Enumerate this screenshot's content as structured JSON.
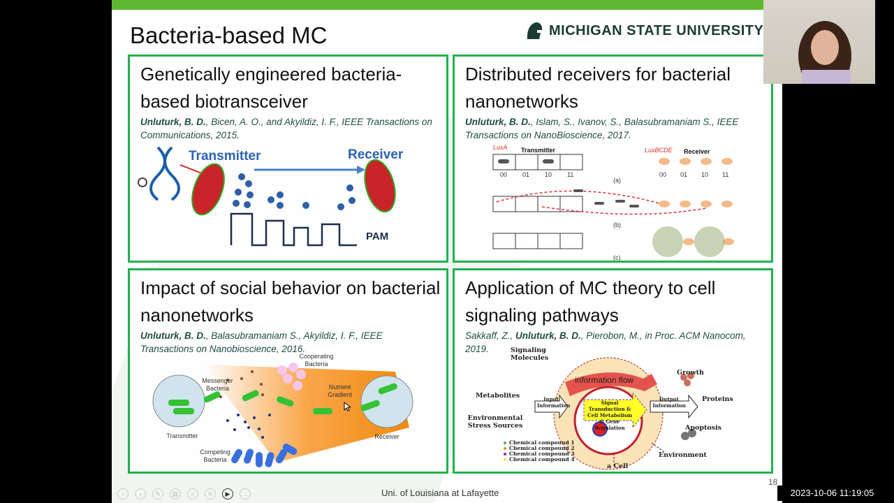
{
  "slide": {
    "title": "Bacteria-based MC",
    "university": "MICHIGAN STATE UNIVERSITY",
    "footer": "Uni. of Louisiana at Lafayette",
    "page_number": "18"
  },
  "panels": [
    {
      "title": "Genetically engineered bacteria-based biotransceiver",
      "authors_bold": "Unluturk, B. D.",
      "authors_rest": ", Bicen, A. O., and Akyildiz, I. F., IEEE Transactions on Communications, 2015.",
      "fig": {
        "transmitter": "Transmitter",
        "receiver": "Receiver",
        "pam": "PAM"
      }
    },
    {
      "title": "Distributed receivers for bacterial nanonetworks",
      "authors_bold": "Unluturk, B. D.",
      "authors_rest": ", Islam, S., Ivanov, S., Balasubramaniam S., IEEE Transactions on NanoBioscience, 2017.",
      "fig": {
        "luxa": "LuxA",
        "luxbcde": "LuxBCDE",
        "transmitter": "Transmitter",
        "receiver": "Receiver",
        "codes": [
          "00",
          "01",
          "10",
          "11"
        ],
        "a": "(a)",
        "b": "(b)",
        "c": "(c)"
      }
    },
    {
      "title": "Impact of social behavior on bacterial nanonetworks",
      "authors_bold": "Unluturk, B. D.",
      "authors_rest": ", Balasubramaniam S., Akyildiz, I. F., IEEE Transactions on Nanobioscience, 2016.",
      "fig": {
        "cooperating": "Cooperating Bacteria",
        "messenger": "Messenger Bacteria",
        "nutrient": "Nutrient Gradient",
        "transmitter": "Transmitter",
        "receiver": "Receiver",
        "competing": "Competing Bacteria"
      }
    },
    {
      "title": "Application of MC theory to cell signaling pathways",
      "authors_pre": "Sakkaff, Z., ",
      "authors_bold": "Unluturk, B. D.",
      "authors_rest": ", Pierobon, M., in Proc. ACM Nanocom, 2019.",
      "fig": {
        "signaling": "Signaling Molecules",
        "metabolites": "Metabolites",
        "stress": "Environmental Stress Sources",
        "input": "Input Information",
        "flow": "information flow",
        "core": "Signal Transduction & Cell Metabolism & Gene Regulation",
        "output": "Output Information",
        "growth": "Growth",
        "proteins": "Proteins",
        "apoptosis": "Apoptosis",
        "environment": "Environment",
        "cell": "a Cell",
        "compounds": [
          "Chemical compound 1",
          "Chemical compound 2",
          "Chemical compound 3",
          "Chemical compound 4"
        ]
      }
    }
  ],
  "colors": {
    "accent": "#22b14c",
    "topbar": "#5db82f",
    "compounds": [
      "#4caf50",
      "#f08a30",
      "#8e24aa",
      "#e6e65a"
    ]
  },
  "timestamp": "2023-10-06 11:19:05"
}
